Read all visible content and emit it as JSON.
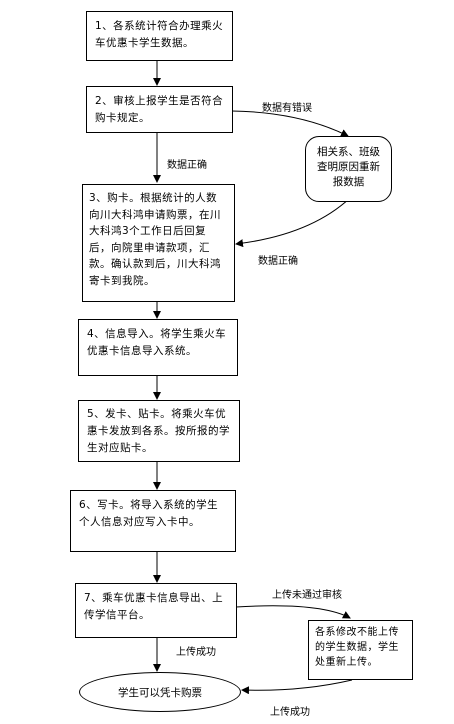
{
  "steps": {
    "s1": "1、各系统计符合办理乘火车优惠卡学生数据。",
    "s2": "2、审核上报学生是否符合购卡规定。",
    "s3": "3、购卡。根据统计的人数向川大科鸿申请购票，在川大科鸿3个工作日后回复后，向院里申请款项，汇款。确认款到后，川大科鸿寄卡到我院。",
    "s4": "4、信息导入。将学生乘火车优惠卡信息导入系统。",
    "s5": "5、发卡、贴卡。将乘火车优惠卡发放到各系。按所报的学生对应贴卡。",
    "s6": "6、写卡。将导入系统的学生个人信息对应写入卡中。",
    "s7": "7、乘车优惠卡信息导出、上传学信平台。"
  },
  "side_boxes": {
    "recheck": "相关系、班级查明原因重新报数据",
    "fix": "各系修改不能上传的学生数据，学生处重新上传。"
  },
  "end": "学生可以凭卡购票",
  "labels": {
    "data_error": "数据有错误",
    "data_ok_1": "数据正确",
    "data_ok_2": "数据正确",
    "upload_fail": "上传未通过审核",
    "upload_ok_1": "上传成功",
    "upload_ok_2": "上传成功"
  }
}
